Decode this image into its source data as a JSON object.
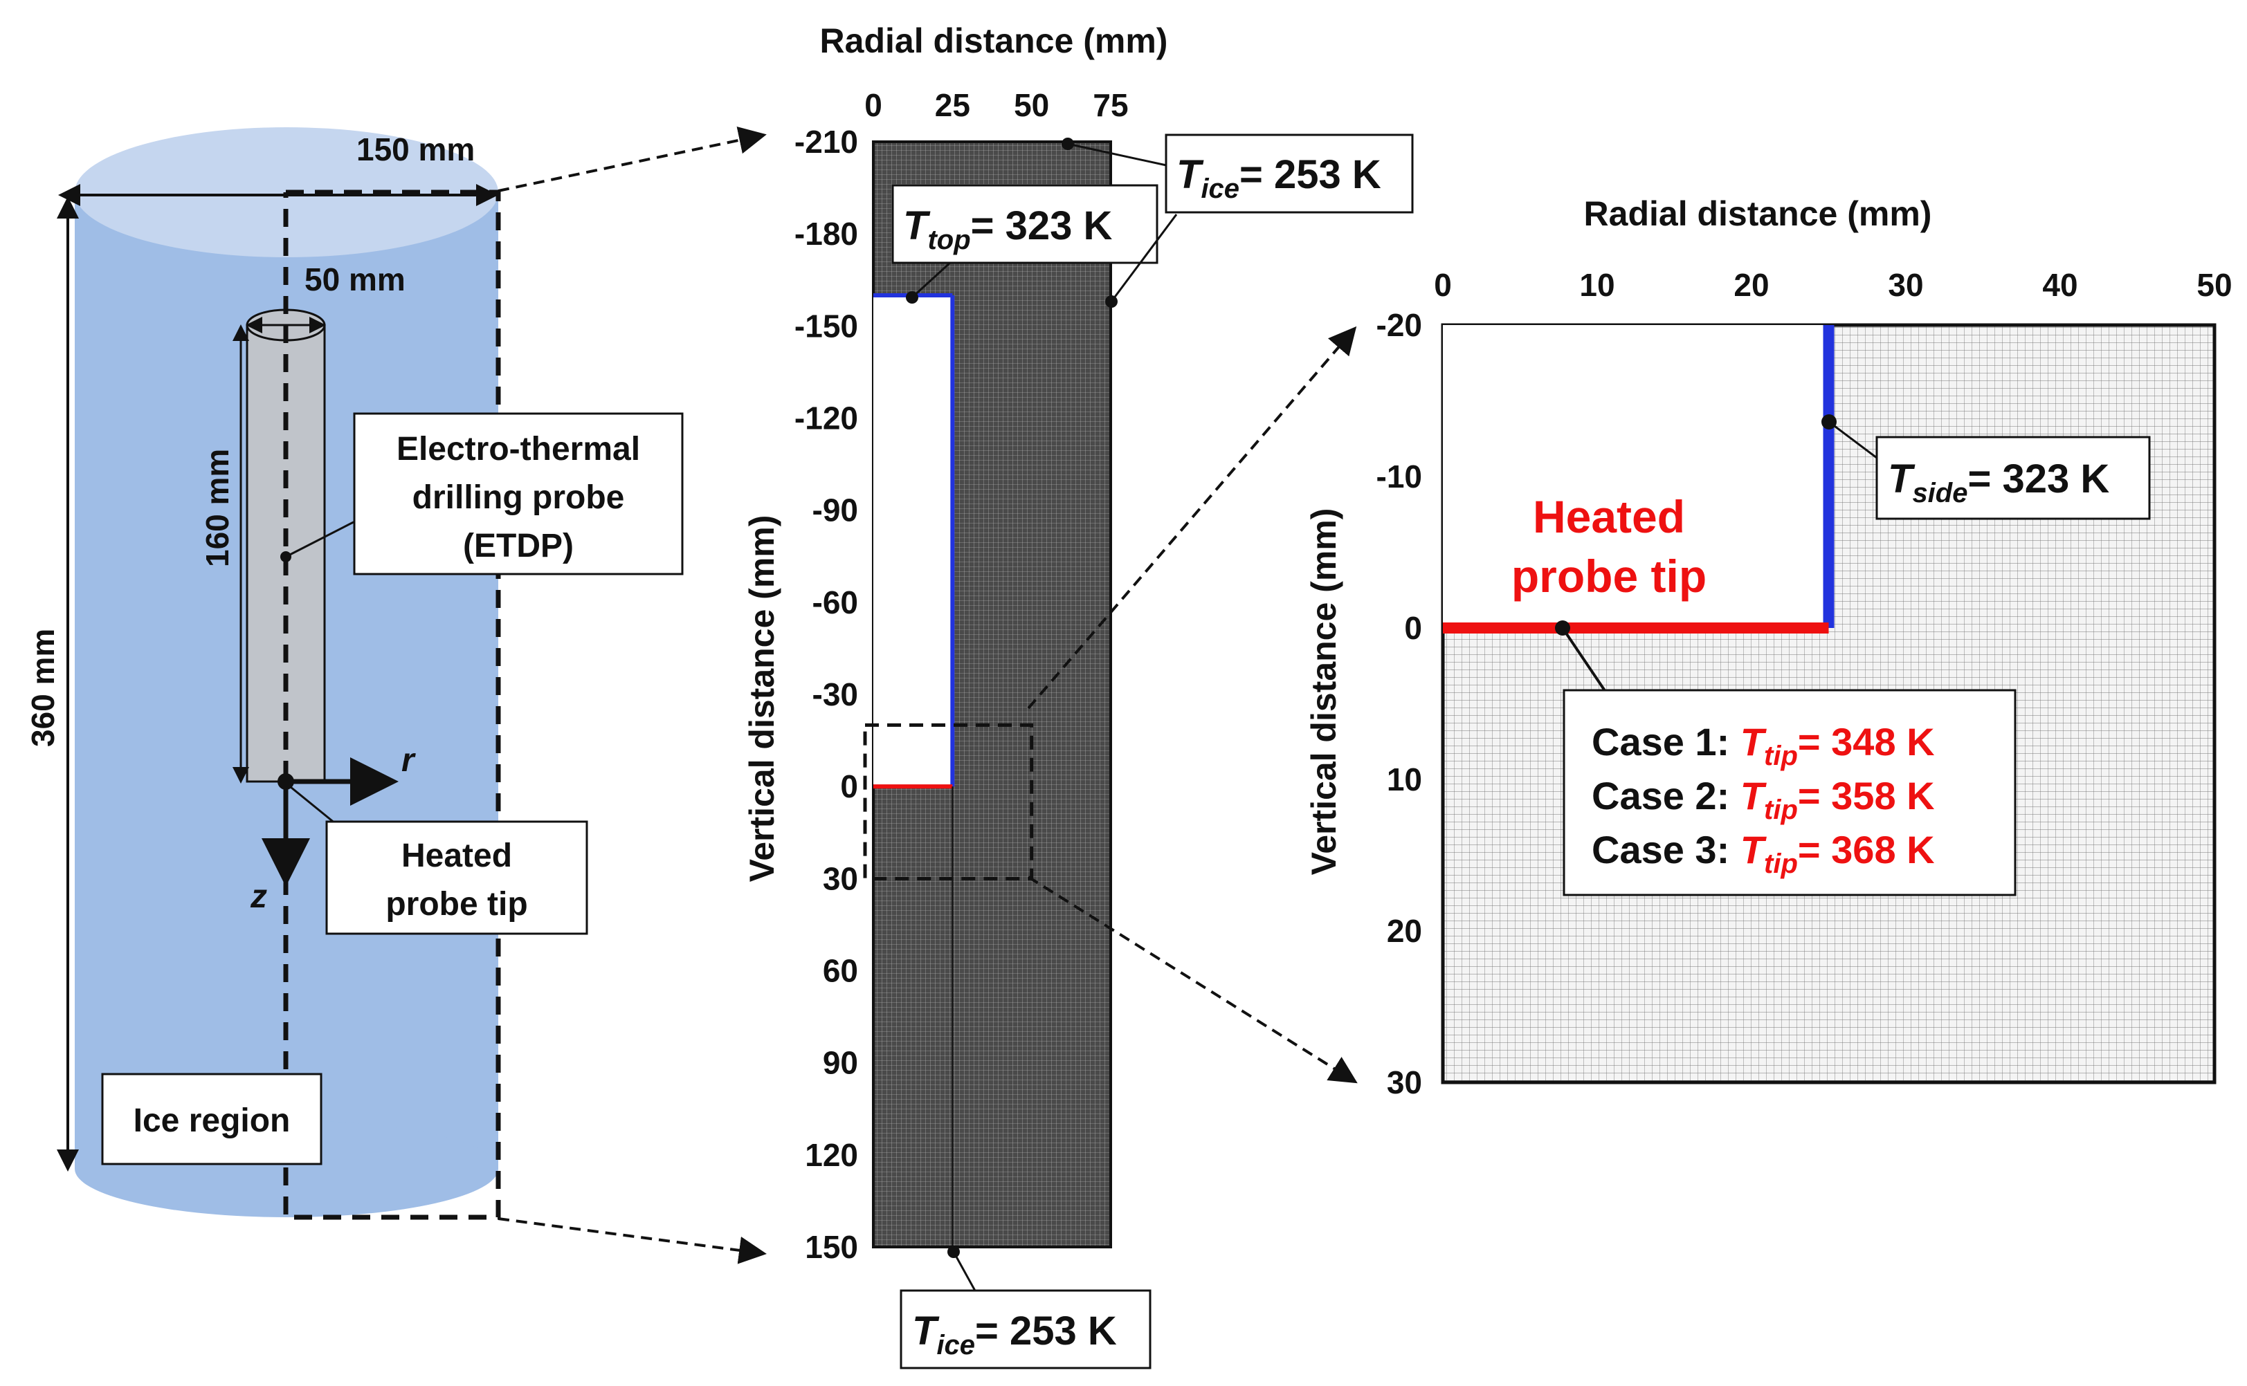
{
  "colors": {
    "ice_body": "#9fbde6",
    "ice_top": "#c5d6ef",
    "probe": "#c0c4ca",
    "mesh_dark": "#4a4a4a",
    "mesh_light": "#f2f2f2",
    "blue_boundary": "#2233dd",
    "red_boundary": "#ee1111",
    "case_value": "#ee1111",
    "text": "#111111"
  },
  "left_panel": {
    "width_label": "150 mm",
    "probe_diameter_label": "50 mm",
    "probe_length_label": "160 mm",
    "domain_height_label": "360 mm",
    "probe_label_lines": [
      "Electro-thermal",
      "drilling probe",
      "(ETDP)"
    ],
    "tip_label_lines": [
      "Heated",
      "probe tip"
    ],
    "ice_label": "Ice region",
    "axis_r": "r",
    "axis_z": "z"
  },
  "middle_panel": {
    "x_title": "Radial distance (mm)",
    "y_title": "Vertical distance (mm)",
    "x_ticks": [
      "0",
      "25",
      "50",
      "75"
    ],
    "y_ticks": [
      "-210",
      "-180",
      "-150",
      "-120",
      "-90",
      "-60",
      "-30",
      "0",
      "30",
      "60",
      "90",
      "120",
      "150"
    ],
    "probe_radius_mm": 25,
    "probe_top_mm": -160,
    "x_range_mm": [
      0,
      75
    ],
    "y_range_mm": [
      -210,
      150
    ],
    "callout_top": {
      "symbol": "T",
      "sub": "top",
      "value": "= 323 K"
    },
    "callout_side": {
      "symbol": "T",
      "sub": "ice",
      "value": "= 253 K"
    },
    "callout_bottom": {
      "symbol": "T",
      "sub": "ice",
      "value": "= 253 K"
    }
  },
  "right_panel": {
    "x_title": "Radial distance (mm)",
    "y_title": "Vertical distance (mm)",
    "x_ticks": [
      "0",
      "10",
      "20",
      "30",
      "40",
      "50"
    ],
    "y_ticks": [
      "-20",
      "-10",
      "0",
      "10",
      "20",
      "30"
    ],
    "x_range_mm": [
      0,
      50
    ],
    "y_range_mm": [
      -20,
      30
    ],
    "heated_label_lines": [
      "Heated",
      "probe tip"
    ],
    "callout_side": {
      "symbol": "T",
      "sub": "side",
      "value": "= 323 K"
    },
    "cases": [
      {
        "label": "Case 1:",
        "symbol": "T",
        "sub": "tip",
        "value": "= 348 K"
      },
      {
        "label": "Case 2:",
        "symbol": "T",
        "sub": "tip",
        "value": "= 358 K"
      },
      {
        "label": "Case 3:",
        "symbol": "T",
        "sub": "tip",
        "value": "= 368 K"
      }
    ]
  }
}
